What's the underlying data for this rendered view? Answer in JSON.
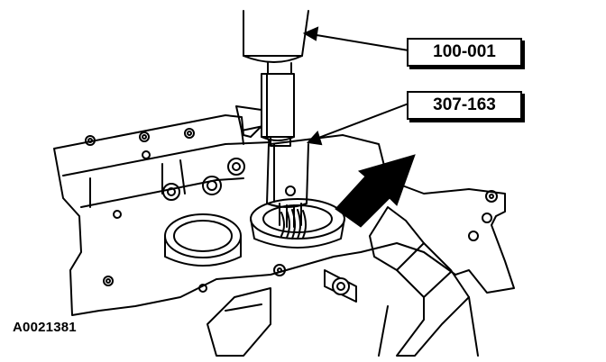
{
  "callouts": [
    {
      "label": "100-001"
    },
    {
      "label": "307-163"
    }
  ],
  "figure_id": "A0021381",
  "colors": {
    "ink": "#000000",
    "paper": "#ffffff"
  }
}
